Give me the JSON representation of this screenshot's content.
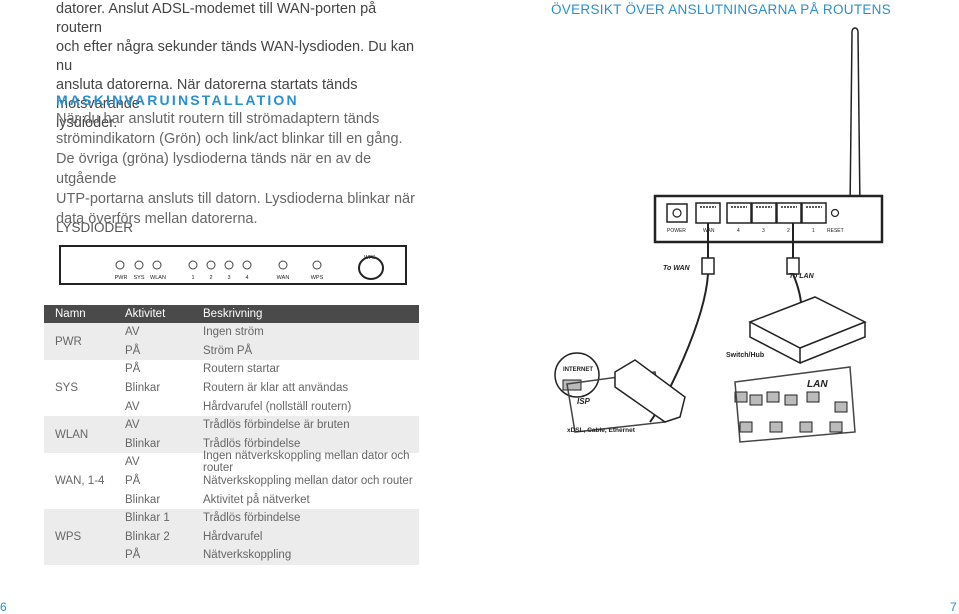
{
  "intro": {
    "lines": [
      "datorer. Anslut ADSL-modemet till WAN-porten på routern",
      "och efter några sekunder tänds WAN-lysdioden. Du kan nu",
      "ansluta datorerna. När datorerna startats tänds motsvarande",
      "lysdioder."
    ]
  },
  "overview_title": "ÖVERSIKT ÖVER ANSLUTNINGARNA PÅ ROUTENS",
  "hardware": {
    "heading": "MASKINVARUINSTALLATION",
    "lines": [
      "När du har anslutit routern till strömadaptern tänds",
      "strömindikatorn (Grön) och link/act blinkar till en gång.",
      "De övriga (gröna) lysdioderna tänds när en av de utgående",
      "UTP-portarna ansluts till datorn. Lysdioderna blinkar när",
      "data överförs mellan datorerna."
    ]
  },
  "leds_heading": "LYSDIODER",
  "led_panel": {
    "labels": [
      "PWR",
      "SYS",
      "WLAN",
      "1",
      "2",
      "3",
      "4",
      "WAN",
      "WPS"
    ],
    "wps_button": "WPS"
  },
  "table": {
    "headers": [
      "Namn",
      "Aktivitet",
      "Beskrivning"
    ],
    "groups": [
      {
        "name": "PWR",
        "rows": [
          {
            "activity": "AV",
            "description": "Ingen ström"
          },
          {
            "activity": "PÅ",
            "description": "Ström PÅ"
          }
        ]
      },
      {
        "name": "SYS",
        "rows": [
          {
            "activity": "PÅ",
            "description": "Routern startar"
          },
          {
            "activity": "Blinkar",
            "description": "Routern är klar att användas"
          },
          {
            "activity": "AV",
            "description": "Hårdvarufel (nollställ routern)"
          }
        ]
      },
      {
        "name": "WLAN",
        "rows": [
          {
            "activity": "AV",
            "description": "Trådlös förbindelse är bruten"
          },
          {
            "activity": "Blinkar",
            "description": "Trådlös förbindelse"
          }
        ]
      },
      {
        "name": "WAN, 1-4",
        "rows": [
          {
            "activity": "AV",
            "description": "Ingen nätverkskoppling mellan dator och router"
          },
          {
            "activity": "PÅ",
            "description": "Nätverkskoppling mellan dator och router"
          },
          {
            "activity": "Blinkar",
            "description": "Aktivitet på nätverket"
          }
        ]
      },
      {
        "name": "WPS",
        "rows": [
          {
            "activity": "Blinkar 1",
            "description": "Trådlös förbindelse"
          },
          {
            "activity": "Blinkar 2",
            "description": "Hårdvarufel"
          },
          {
            "activity": "PÅ",
            "description": "Nätverkskoppling"
          }
        ]
      }
    ]
  },
  "diagram": {
    "port_labels": [
      "POWER",
      "WAN",
      "4",
      "3",
      "2",
      "1",
      "RESET"
    ],
    "to_wan": "To WAN",
    "to_lan": "To LAN",
    "switch_hub": "Switch/Hub",
    "internet": "INTERNET",
    "isp": "ISP",
    "lan": "LAN",
    "modem_caption": "xDSL, Cable, Ethernet"
  },
  "page_numbers": {
    "left": "6",
    "right": "7"
  },
  "colors": {
    "accent": "#2a8fd0",
    "table_header": "#4a4a4a",
    "table_shade": "#ececec"
  }
}
